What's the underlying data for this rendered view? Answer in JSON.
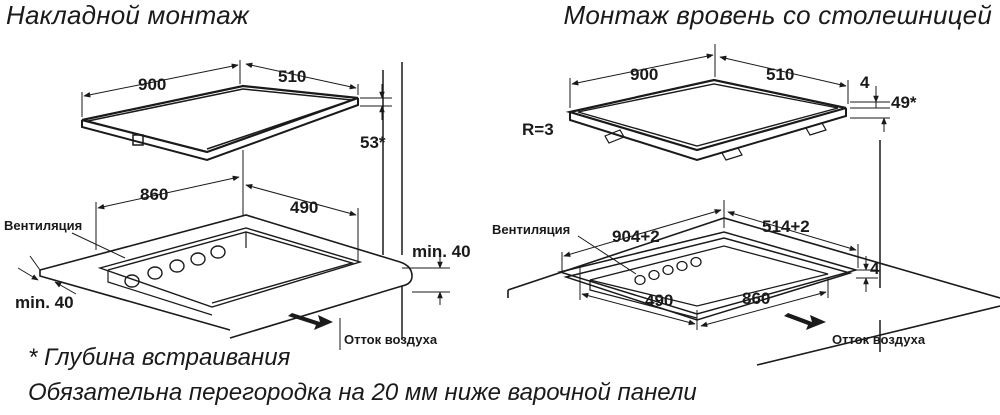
{
  "titles": {
    "left": "Накладной монтаж",
    "right": "Монтаж вровень со столешницей"
  },
  "left": {
    "top_width": "900",
    "top_depth": "510",
    "depth": "53*",
    "cut_width": "860",
    "cut_depth": "490",
    "ventilation": "Вентиляция",
    "min_right": "min. 40",
    "min_left": "min. 40",
    "airflow": "Отток воздуха"
  },
  "right": {
    "top_width": "900",
    "top_depth": "510",
    "radius": "R=3",
    "rim": "4",
    "depth": "49*",
    "cut_width": "904+2",
    "cut_depth": "514+2",
    "rebate": "4",
    "inner_width": "490",
    "inner_depth": "860",
    "ventilation": "Вентиляция",
    "airflow": "Отток воздуха"
  },
  "notes": {
    "line1": "* Глубина встраивания",
    "line2": "Обязательна перегородка на 20 мм ниже варочной панели"
  }
}
